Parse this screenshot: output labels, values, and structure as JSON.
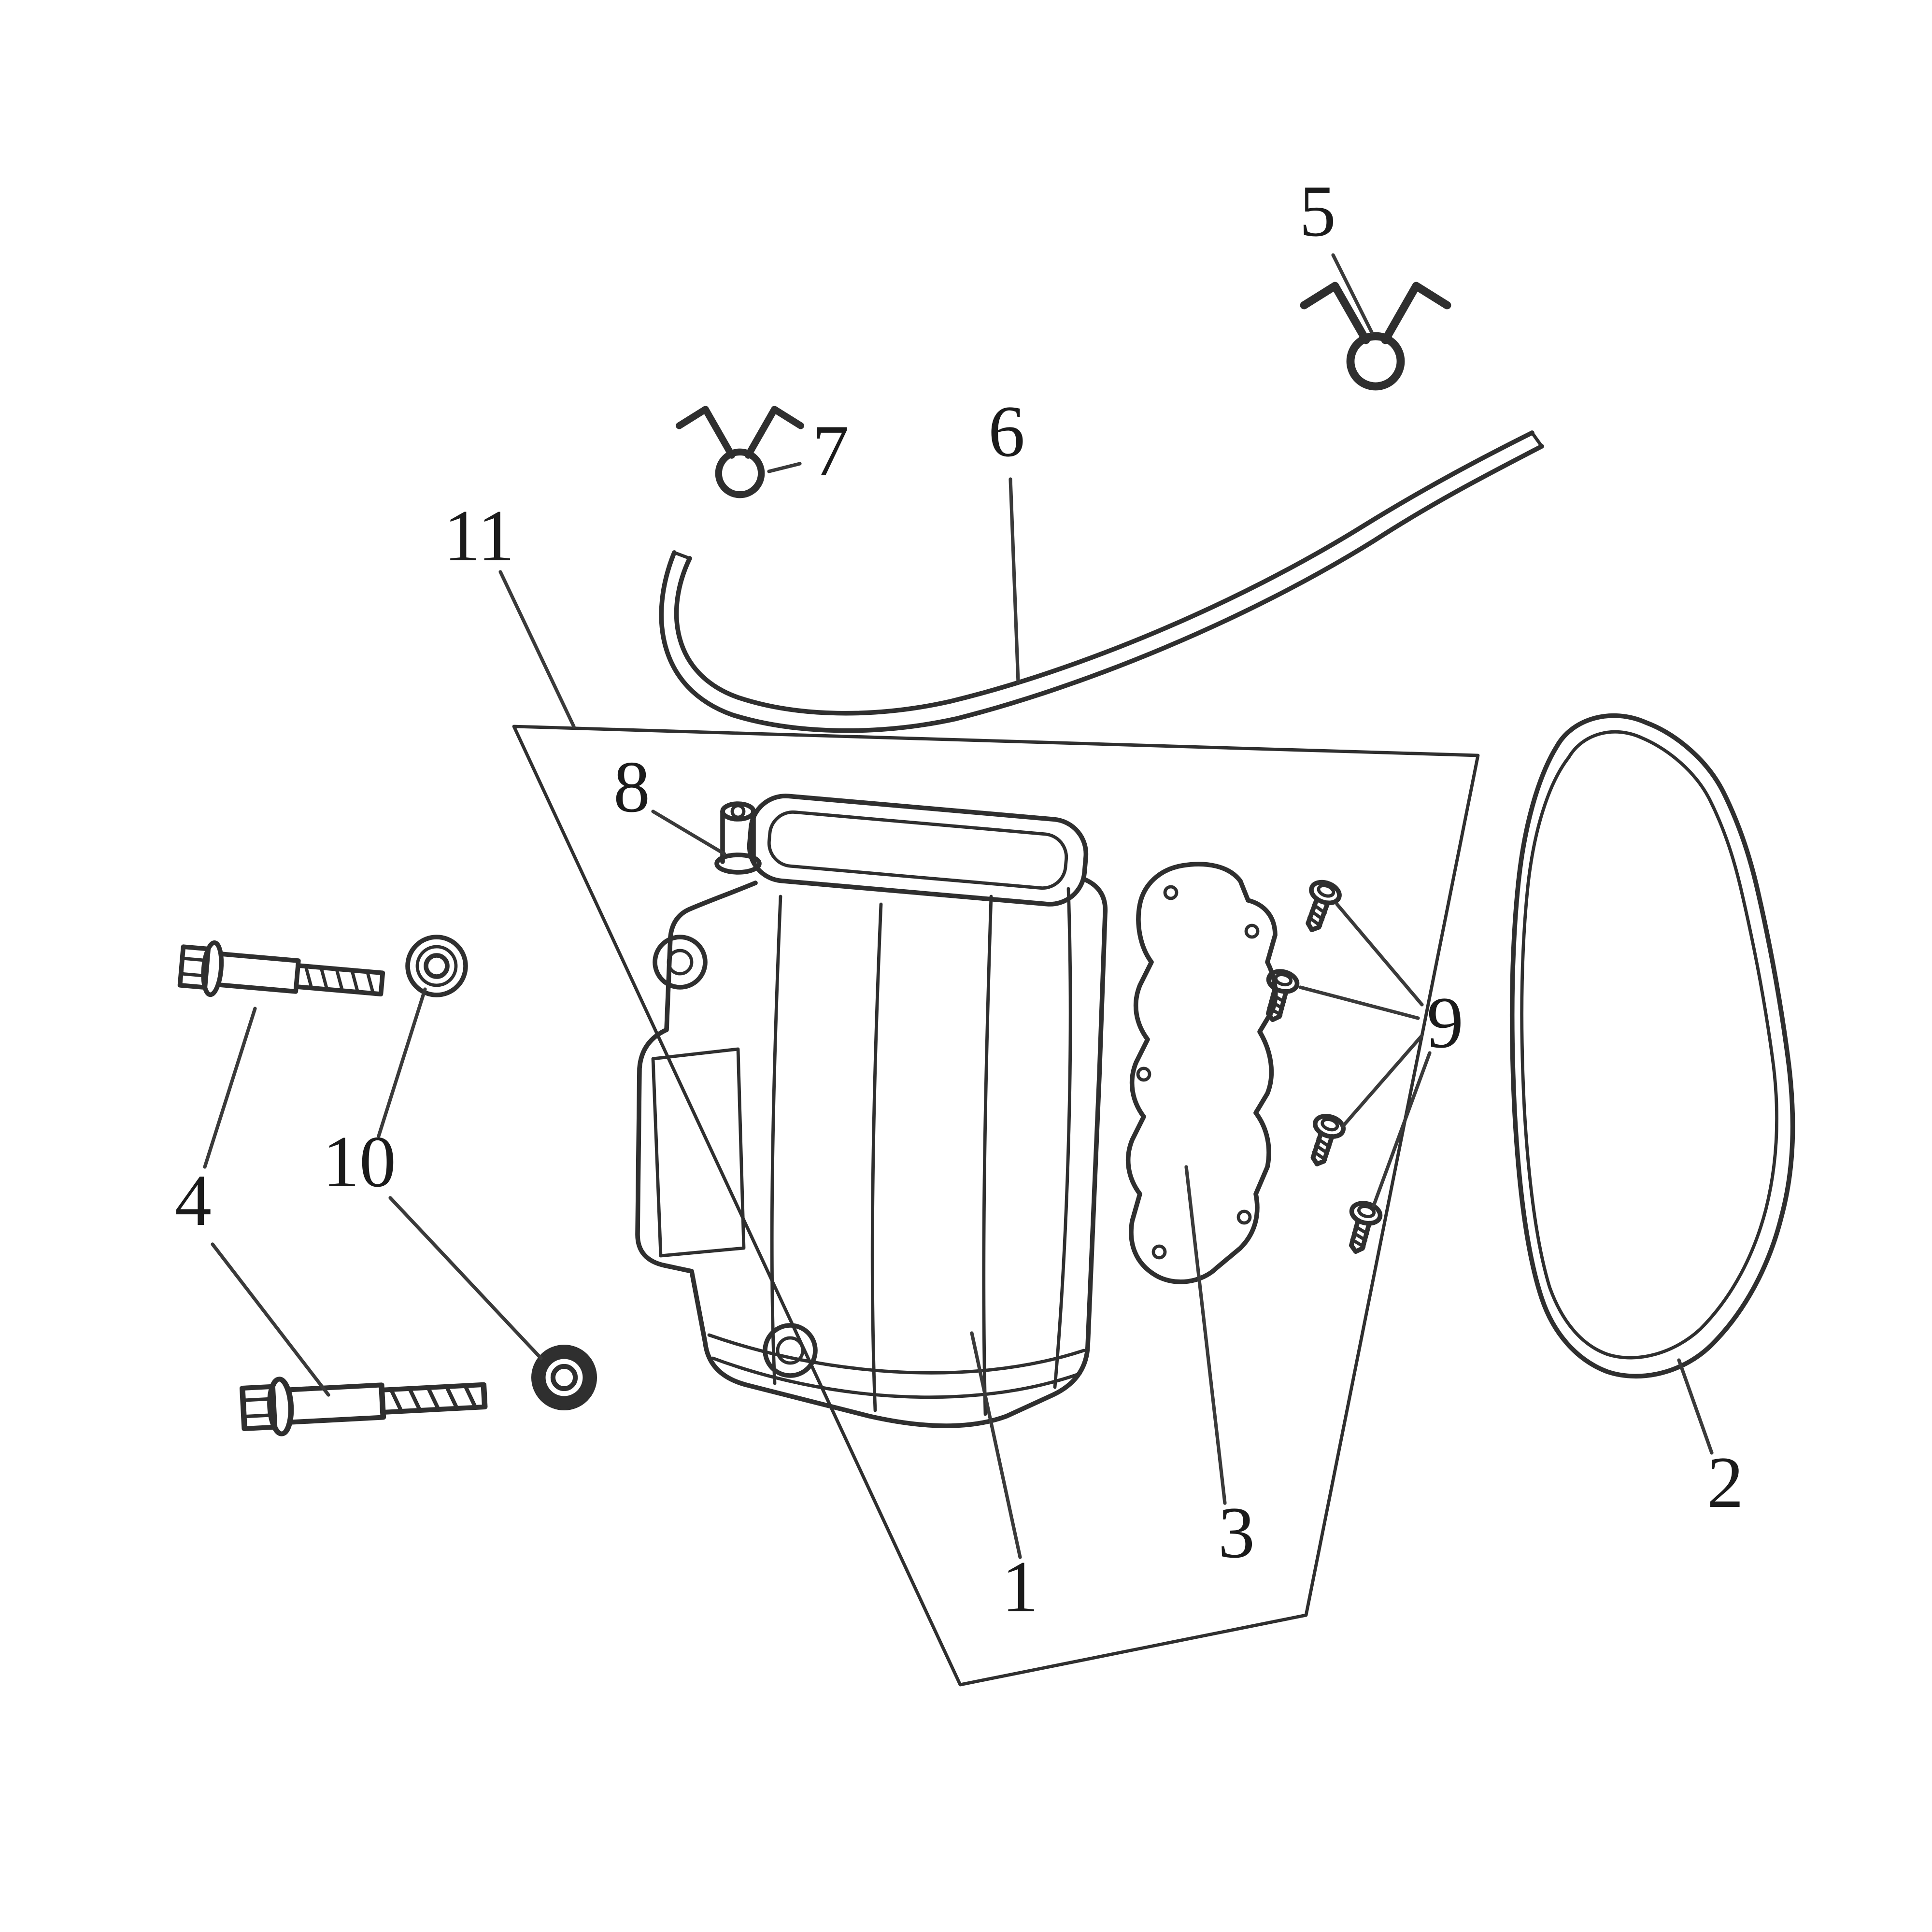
{
  "diagram_type": "exploded-parts-diagram",
  "colors": {
    "background": "#ffffff",
    "ink": "#2f2f2f",
    "label": "#1b1b1b",
    "leader": "#3a3a3a"
  },
  "labels": [
    {
      "id": "1",
      "text": "1"
    },
    {
      "id": "2",
      "text": "2"
    },
    {
      "id": "3",
      "text": "3"
    },
    {
      "id": "4",
      "text": "4"
    },
    {
      "id": "5",
      "text": "5"
    },
    {
      "id": "6",
      "text": "6"
    },
    {
      "id": "7",
      "text": "7"
    },
    {
      "id": "8",
      "text": "8"
    },
    {
      "id": "9",
      "text": "9"
    },
    {
      "id": "10",
      "text": "10"
    },
    {
      "id": "11",
      "text": "11"
    }
  ]
}
